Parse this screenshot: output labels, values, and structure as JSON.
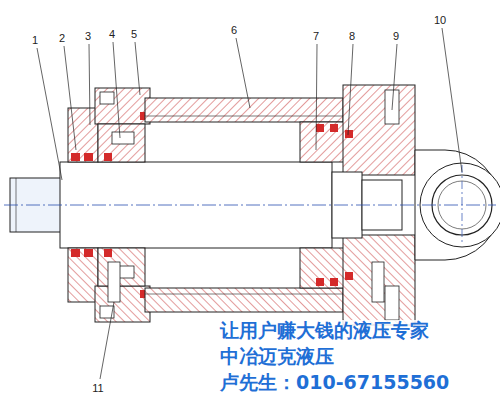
{
  "diagram": {
    "labels": [
      "1",
      "2",
      "3",
      "4",
      "5",
      "6",
      "7",
      "8",
      "9",
      "10",
      "11",
      "让用户赚大钱的液压专家",
      "中冶迈克液压",
      "卢先生：010-67155560"
    ]
  }
}
